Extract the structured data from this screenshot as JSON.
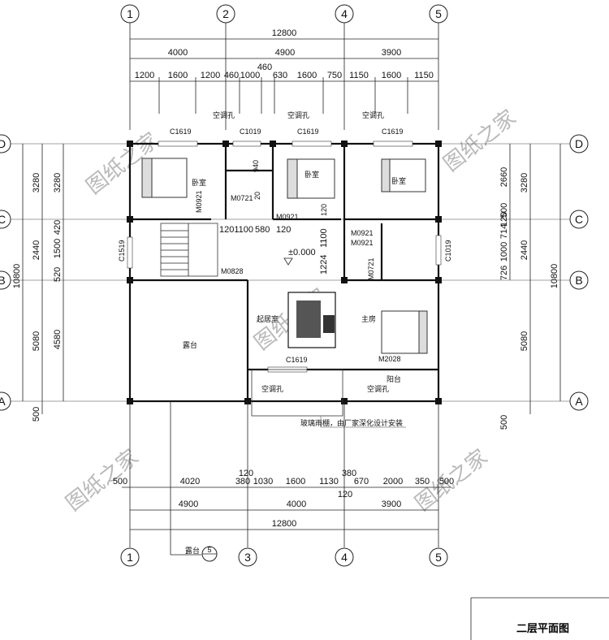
{
  "drawing_title": "二层平面图",
  "axes": {
    "top": [
      "1",
      "2",
      "4",
      "5"
    ],
    "bottom": [
      "1",
      "3",
      "4",
      "5"
    ],
    "left": [
      "D",
      "C",
      "B",
      "A"
    ],
    "right": [
      "D",
      "C",
      "B",
      "A"
    ]
  },
  "dims_top": {
    "total": "12800",
    "level2": [
      "4000",
      "4900",
      "3900"
    ],
    "level2b": "460",
    "level3": [
      "1200",
      "1600",
      "1200",
      "460",
      "1000",
      "630",
      "1600",
      "750",
      "1150",
      "1600",
      "1150"
    ]
  },
  "dims_bottom": {
    "total": "12800",
    "level2": [
      "4900",
      "4000",
      "3900"
    ],
    "level3": [
      "500",
      "4020",
      "380",
      "1030",
      "1600",
      "1130",
      "670",
      "2000",
      "350",
      "500"
    ],
    "extra": [
      "120",
      "380",
      "120"
    ]
  },
  "dims_left": {
    "total": "10800",
    "outer": [
      "3280",
      "2440",
      "5080",
      "500"
    ],
    "inner": [
      "3280",
      "420",
      "1500",
      "520",
      "4580"
    ]
  },
  "dims_right": {
    "total": "10800",
    "outer": [
      "3280",
      "2440",
      "5080",
      "500"
    ],
    "inner": [
      "2660",
      "120",
      "500",
      "714",
      "1000",
      "726"
    ]
  },
  "rooms": {
    "bedroom_left": "卧室",
    "bedroom_mid": "卧室",
    "bedroom_right": "卧室",
    "living": "起居室",
    "master": "主房",
    "terrace": "露台",
    "balcony": "阳台"
  },
  "labels": {
    "ac_hole": "空调孔",
    "elevation": "±0.000",
    "glass_canopy": "玻璃雨棚，由厂家深化设计安装",
    "terrace_section": "露台",
    "section_no": "5"
  },
  "codes": {
    "c1619": "C1619",
    "c1019": "C1019",
    "c1519": "C1519",
    "m0721": "M0721",
    "m0921": "M0921",
    "m0828": "M0828",
    "m2028": "M2028",
    "m0721b": "M0721",
    "d940": "940",
    "d1201100": "1201100",
    "d580": "580",
    "d120": "120",
    "d1100": "1100",
    "d1224": "1224",
    "d20": "20",
    "d120b": "120"
  },
  "watermark": "图纸之家"
}
